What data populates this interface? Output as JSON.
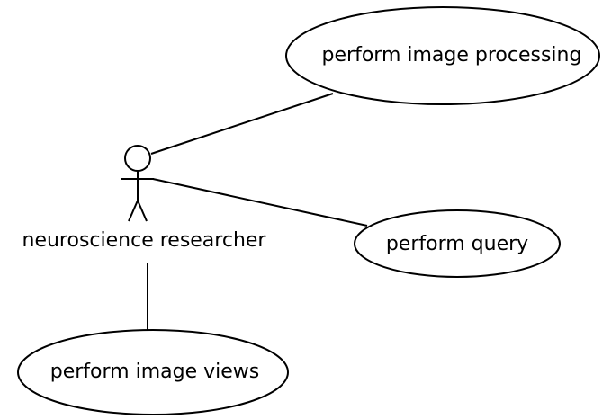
{
  "diagram": {
    "actor": {
      "label": "neuroscience researcher"
    },
    "use_cases": [
      {
        "label": "perform image processing"
      },
      {
        "label": "perform query"
      },
      {
        "label": "perform image views"
      }
    ],
    "colors": {
      "stroke": "#000000",
      "background": "#ffffff"
    }
  }
}
